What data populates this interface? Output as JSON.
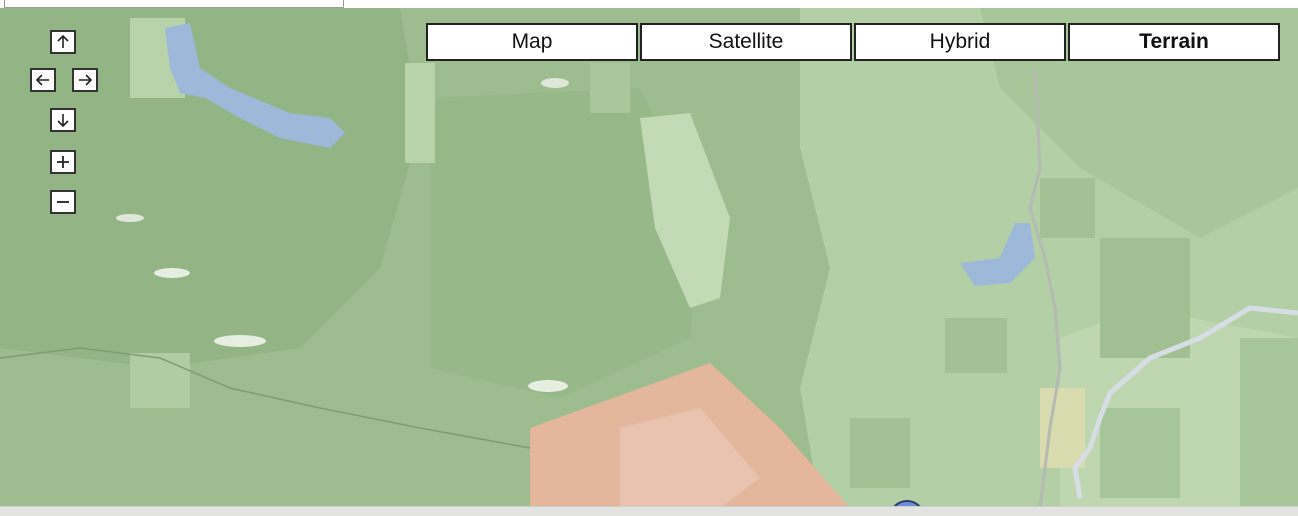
{
  "map": {
    "view_type": "Terrain",
    "colors": {
      "forest": "#9bbb8e",
      "forest_dark": "#86aa79",
      "open_land": "#c4dbb6",
      "water": "#9cb8d9",
      "reserve": "#e6b69a",
      "road": "#b5b9b3"
    }
  },
  "controls": {
    "pan_up_icon": "arrow-up-icon",
    "pan_left_icon": "arrow-left-icon",
    "pan_right_icon": "arrow-right-icon",
    "pan_down_icon": "arrow-down-icon",
    "zoom_in_icon": "plus-icon",
    "zoom_out_icon": "minus-icon"
  },
  "map_types": [
    {
      "label": "Map",
      "active": false
    },
    {
      "label": "Satellite",
      "active": false
    },
    {
      "label": "Hybrid",
      "active": false
    },
    {
      "label": "Terrain",
      "active": true
    }
  ]
}
